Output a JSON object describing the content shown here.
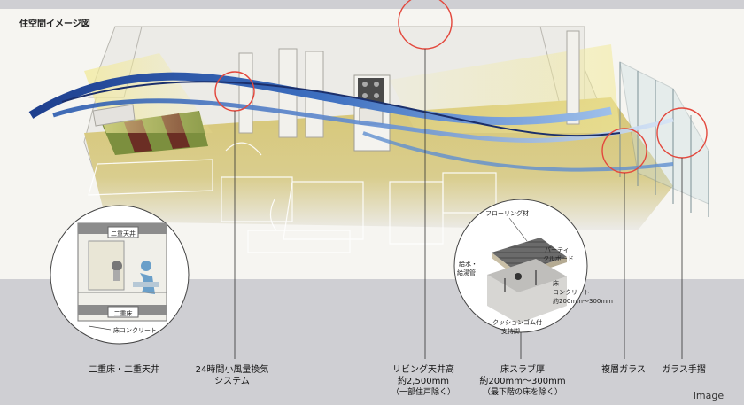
{
  "header": {
    "title": "住空間イメージ図"
  },
  "floor_detail": {
    "label_flooring": "フローリング材",
    "label_particle_1": "パーティ",
    "label_particle_2": "クルボード",
    "label_pipe_1": "給水・",
    "label_pipe_2": "給湯管",
    "label_slab_1": "床",
    "label_slab_2": "コンクリート",
    "label_slab_3": "約200mm〜300mm",
    "label_cushion_1": "クッションゴム付",
    "label_cushion_2": "支持脚"
  },
  "room_detail": {
    "label_ceiling": "二重天井",
    "label_floor": "二重床",
    "label_concrete": "床コンクリート"
  },
  "callouts": {
    "double_floor": "二重床・二重天井",
    "ventilation_1": "24時間小風量換気",
    "ventilation_2": "システム",
    "ceiling_1": "リビング天井高",
    "ceiling_2": "約2,500mm",
    "ceiling_3": "（一部住戸除く）",
    "slab_1": "床スラブ厚",
    "slab_2": "約200mm〜300mm",
    "slab_3": "（最下階の床を除く）",
    "glass": "複層ガラス",
    "railing": "ガラス手摺"
  },
  "footer": {
    "note": "image"
  },
  "colors": {
    "background": "#cfcfd3",
    "floor": "#c9b861",
    "highlight": "#e3483d",
    "air_blue": "#2b4f9e",
    "light_yellow": "#efe48a"
  }
}
